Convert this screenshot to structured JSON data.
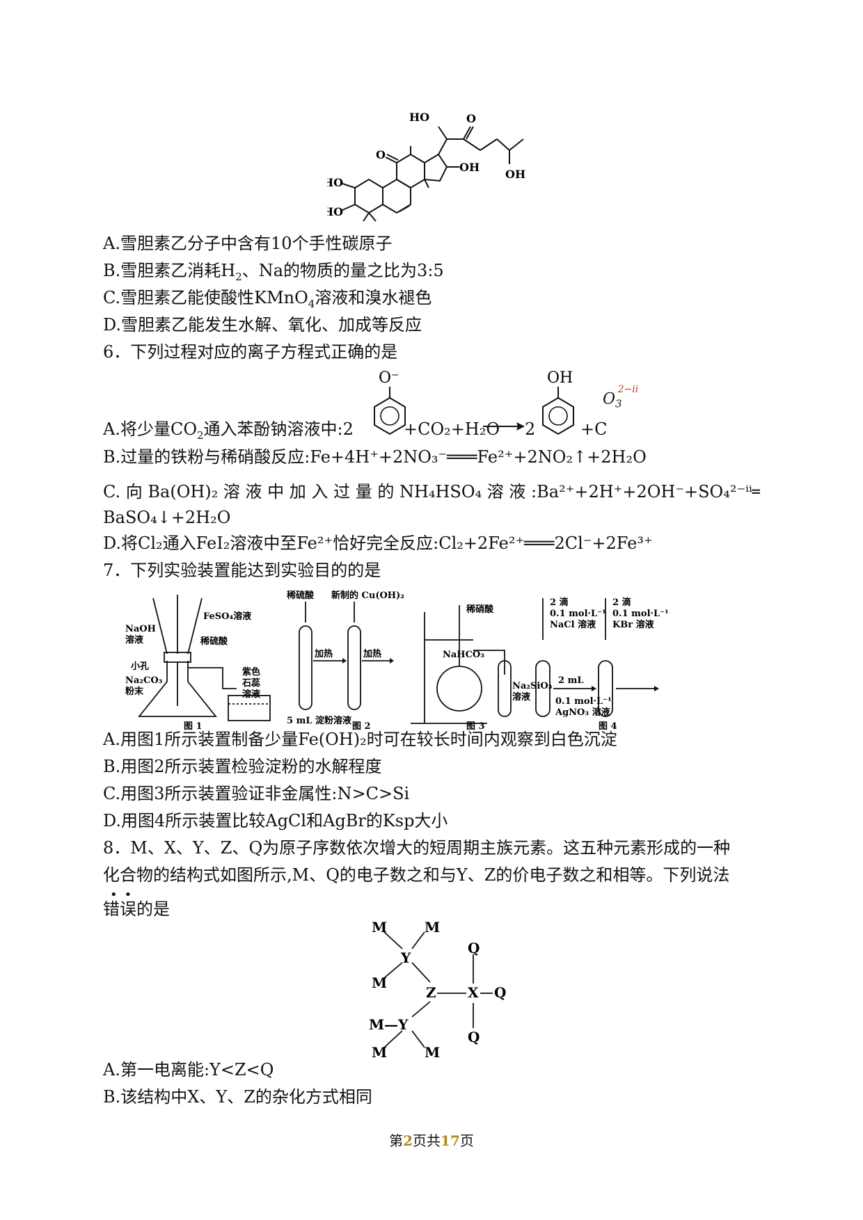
{
  "q5": {
    "mol_labels": {
      "ho_top": "HO",
      "o_top": "O",
      "oh_right": "OH",
      "o_ring": "O",
      "oh_ring": "OH",
      "ho_left1": "HO",
      "ho_left2": "HO"
    },
    "optA": "A.雪胆素乙分子中含有10个手性碳原子",
    "optB_pre": "B.雪胆素乙消耗H",
    "optB_sub": "2",
    "optB_post": "、Na的物质的量之比为3:5",
    "optC_pre": "C.雪胆素乙能使酸性KMnO",
    "optC_sub": "4",
    "optC_post": "溶液和溴水褪色",
    "optD": "D.雪胆素乙能发生水解、氧化、加成等反应"
  },
  "q6": {
    "stem": "6．下列过程对应的离子方程式正确的是",
    "phenoxide_label": "O⁻",
    "phenol_label": "OH",
    "co3_label": "O",
    "co3_sub": "3",
    "co3_sup": "2−ii",
    "optA_pre": "A.将少量CO",
    "optA_sub": "2",
    "optA_mid": "通入苯酚钠溶液中:2",
    "optA_eq": "+CO₂+H₂O",
    "optA_two": "2",
    "optA_c": "+C",
    "optB": "B.过量的铁粉与稀硝酸反应:Fe+4H⁺+2NO₃⁻═══Fe²⁺+2NO₂↑+2H₂O",
    "optC1": "C. 向  Ba(OH)₂  溶  液  中  加  入  过  量  的  NH₄HSO₄  溶  液 :Ba²⁺+2H⁺+2OH⁻+SO₄²⁻ⁱⁱ═══",
    "optC2": "BaSO₄↓+2H₂O",
    "optD": "D.将Cl₂通入FeI₂溶液中至Fe²⁺恰好完全反应:Cl₂+2Fe²⁺═══2Cl⁻+2Fe³⁺"
  },
  "q7": {
    "stem": "7．下列实验装置能达到实验目的的是",
    "fig1": {
      "feso4": "FeSO₄溶液",
      "naoh": "NaOH",
      "naoh2": "溶液",
      "acid": "稀硫酸",
      "hole": "小孔",
      "na2co3": "Na₂CO₃",
      "powder": "粉末",
      "litmus1": "紫色",
      "litmus2": "石蕊",
      "litmus3": "溶液",
      "caption": "图 1"
    },
    "fig2": {
      "acid": "稀硫酸",
      "cuoh": "新制的 Cu(OH)₂",
      "heat1": "加热",
      "heat2": "加热",
      "starch": "5 mL 淀粉溶液",
      "caption": "图 2"
    },
    "fig3": {
      "hno3": "稀硝酸",
      "nahco3": "NaHCO₃",
      "na2sio3": "Na₂SiO₃",
      "sol": "溶液",
      "caption": "图 3"
    },
    "fig4": {
      "drops1": "2 滴",
      "conc1": "0.1 mol·L⁻¹",
      "nacl": "NaCl 溶液",
      "drops2": "2 滴",
      "conc2": "0.1 mol·L⁻¹",
      "kbr": "KBr 溶液",
      "ml": "2 mL",
      "conc3": "0.1 mol·L⁻¹",
      "agno3": "AgNO₃ 溶液",
      "caption": "图 4"
    },
    "optA": "A.用图1所示装置制备少量Fe(OH)₂时可在较长时间内观察到白色沉淀",
    "optB": "B.用图2所示装置检验淀粉的水解程度",
    "optC": "C.用图3所示装置验证非金属性:N>C>Si",
    "optD": "D.用图4所示装置比较AgCl和AgBr的Ksp大小"
  },
  "q8": {
    "stem1": "8．M、X、Y、Z、Q为原子序数依次增大的短周期主族元素。这五种元素形成的一种",
    "stem2": "化合物的结构式如图所示,M、Q的电子数之和与Y、Z的价电子数之和相等。下列说法",
    "stem3": "错误的是",
    "emph_dots": "••",
    "struct": {
      "M": "M",
      "Y": "Y",
      "Z": "Z",
      "X": "X",
      "Q": "Q",
      "MY": "M—Y"
    },
    "optA": "A.第一电离能:Y<Z<Q",
    "optB": "B.该结构中X、Y、Z的杂化方式相同"
  },
  "footer": {
    "pre": "第",
    "page": "2",
    "mid": "页共",
    "total": "17",
    "post": "页"
  }
}
